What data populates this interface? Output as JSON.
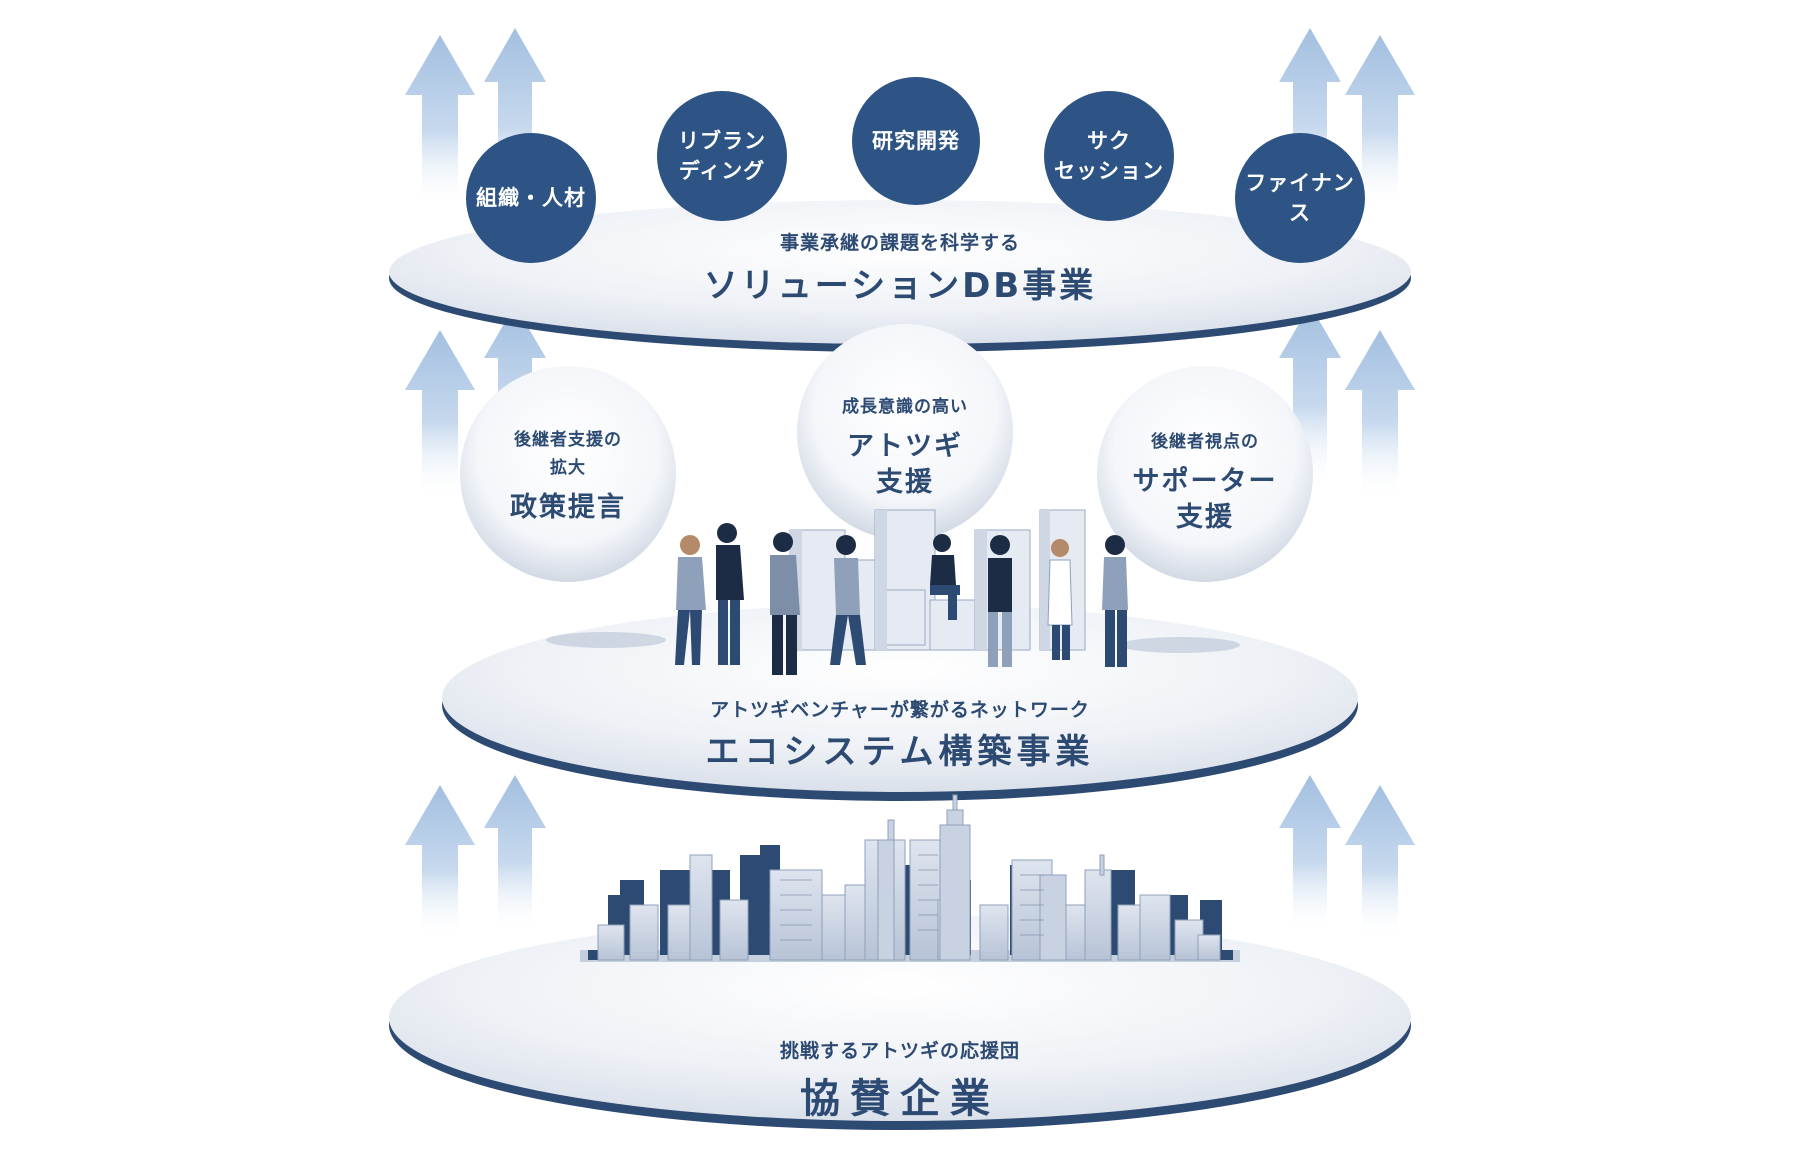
{
  "top_platform": {
    "subtitle": "事業承継の課題を科学する",
    "title": "ソリューションDB事業",
    "circles": [
      {
        "label": "組織・人材"
      },
      {
        "label": "リブラン\nディング"
      },
      {
        "label": "研究開発"
      },
      {
        "label": "サク\nセッション"
      },
      {
        "label": "ファイナンス"
      }
    ]
  },
  "middle_platform": {
    "subtitle": "アトツギベンチャーが繋がるネットワーク",
    "title": "エコシステム構築事業",
    "bubbles": [
      {
        "sub": "後継者支援の\n拡大",
        "main": "政策提言"
      },
      {
        "sub": "成長意識の高い",
        "main": "アトツギ\n支援"
      },
      {
        "sub": "後継者視点の",
        "main": "サポーター\n支援"
      }
    ]
  },
  "bottom_platform": {
    "subtitle": "挑戦するアトツギの応援団",
    "title": "協賛企業"
  },
  "colors": {
    "navy": "#2d5484",
    "text": "#2d4a73",
    "arrow": "#a9c3e0",
    "platform": "#e3e8f0"
  }
}
